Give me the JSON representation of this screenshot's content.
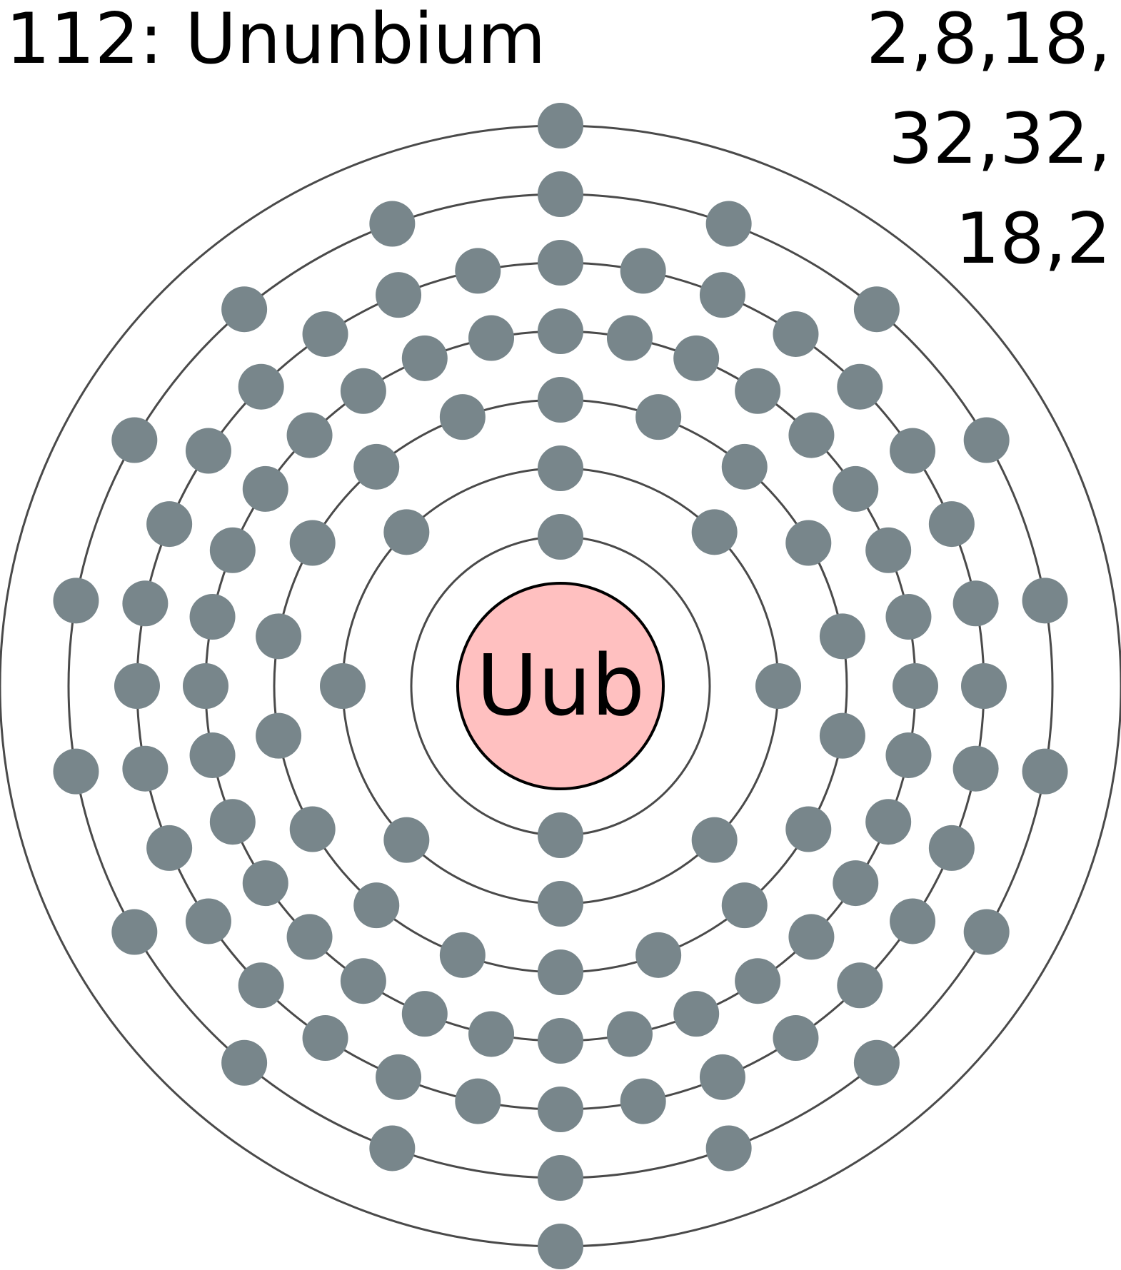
{
  "title": "112: Ununbium",
  "configuration_lines": [
    "2,8,18,",
    "32,32,",
    "18,2"
  ],
  "nucleus": {
    "symbol": "Uub",
    "fill": "#ffc0c0",
    "stroke": "#000000"
  },
  "shells": [
    {
      "electrons": 2
    },
    {
      "electrons": 8
    },
    {
      "electrons": 18
    },
    {
      "electrons": 32
    },
    {
      "electrons": 32
    },
    {
      "electrons": 18
    },
    {
      "electrons": 2
    }
  ],
  "colors": {
    "electron": "#78868b",
    "ring": "#4a4a4a",
    "text": "#000000"
  }
}
